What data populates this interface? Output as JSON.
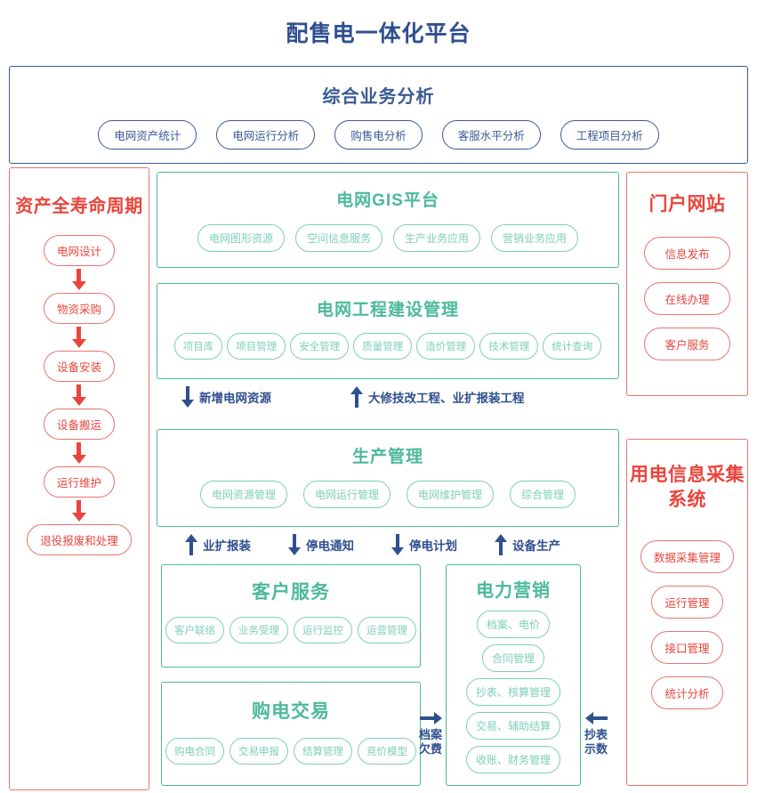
{
  "page_title": "配售电一体化平台",
  "analysis": {
    "title": "综合业务分析",
    "pills": [
      "电网资产统计",
      "电网运行分析",
      "购售电分析",
      "客服水平分析",
      "工程项目分析"
    ]
  },
  "lifecycle": {
    "heading": "资产全寿命周期",
    "steps": [
      "电网设计",
      "物资采购",
      "设备安装",
      "设备搬运",
      "运行维护",
      "退役报废和处理"
    ]
  },
  "gis": {
    "title": "电网GIS平台",
    "pills": [
      "电网图形资源",
      "空间信息服务",
      "生产业务应用",
      "营销业务应用"
    ]
  },
  "construction": {
    "title": "电网工程建设管理",
    "pills": [
      "项目库",
      "项目管理",
      "安全管理",
      "质量管理",
      "造价管理",
      "技术管理",
      "统计查询"
    ]
  },
  "flow_arrows_1": [
    {
      "direction": "down",
      "label": "新增电网资源"
    },
    {
      "direction": "up",
      "label": "大修技改工程、业扩报装工程"
    }
  ],
  "production": {
    "title": "生产管理",
    "pills": [
      "电网资源管理",
      "电网运行管理",
      "电网维护管理",
      "综合管理"
    ]
  },
  "flow_arrows_2": [
    {
      "direction": "up",
      "label": "业扩报装"
    },
    {
      "direction": "down",
      "label": "停电通知"
    },
    {
      "direction": "down",
      "label": "停电计划"
    },
    {
      "direction": "up",
      "label": "设备生产"
    }
  ],
  "customer_service": {
    "title": "客户服务",
    "pills": [
      "客户联络",
      "业务受理",
      "运行监控",
      "运营管理"
    ]
  },
  "purchase": {
    "title": "购电交易",
    "pills": [
      "购电合同",
      "交易申报",
      "结算管理",
      "竞价模型"
    ]
  },
  "marketing": {
    "title": "电力营销",
    "pills": [
      "档案、电价",
      "合同管理",
      "抄表、核算管理",
      "交易、辅助结算",
      "收账、财务管理"
    ]
  },
  "h_arrows": [
    {
      "direction": "right",
      "label": "档案\n欠费"
    },
    {
      "direction": "left",
      "label": "抄表\n示数"
    }
  ],
  "h_arrow_a_line1": "档案",
  "h_arrow_a_line2": "欠费",
  "h_arrow_b_line1": "抄表",
  "h_arrow_b_line2": "示数",
  "portal": {
    "heading": "门户网站",
    "pills": [
      "信息发布",
      "在线办理",
      "客户服务"
    ]
  },
  "collection": {
    "heading": "用电信息采集系统",
    "pills": [
      "数据采集管理",
      "运行管理",
      "接口管理",
      "统计分析"
    ]
  },
  "colors": {
    "blue": "#3a5a96",
    "red": "#e8453c",
    "red_soft": "#e8766e",
    "green": "#4cb99b",
    "green_soft": "#7ecfb8"
  }
}
